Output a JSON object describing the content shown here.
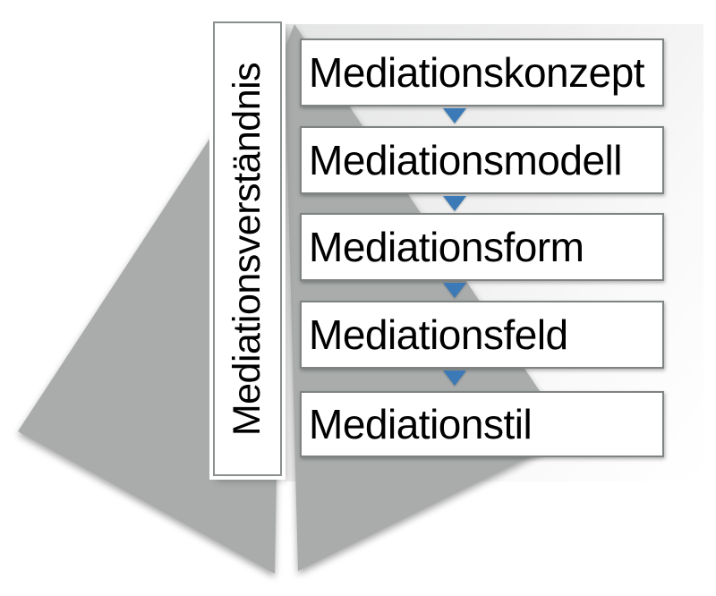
{
  "diagram": {
    "title_hint": "Mediation hierarchy funnel",
    "vertical_label": "Mediationsverständnis",
    "levels": [
      {
        "label": "Mediationskonzept"
      },
      {
        "label": "Mediationsmodell"
      },
      {
        "label": "Mediationsform"
      },
      {
        "label": "Mediationsfeld"
      },
      {
        "label": "Mediationstil"
      }
    ]
  },
  "colors": {
    "funnel_gray": "#a9acab",
    "arrow_blue": "#3b7ab6",
    "box_border": "#7f8383",
    "bar_border": "#8a8f8f",
    "text": "#000000",
    "panel_light_gray": "#e4e5e5"
  }
}
